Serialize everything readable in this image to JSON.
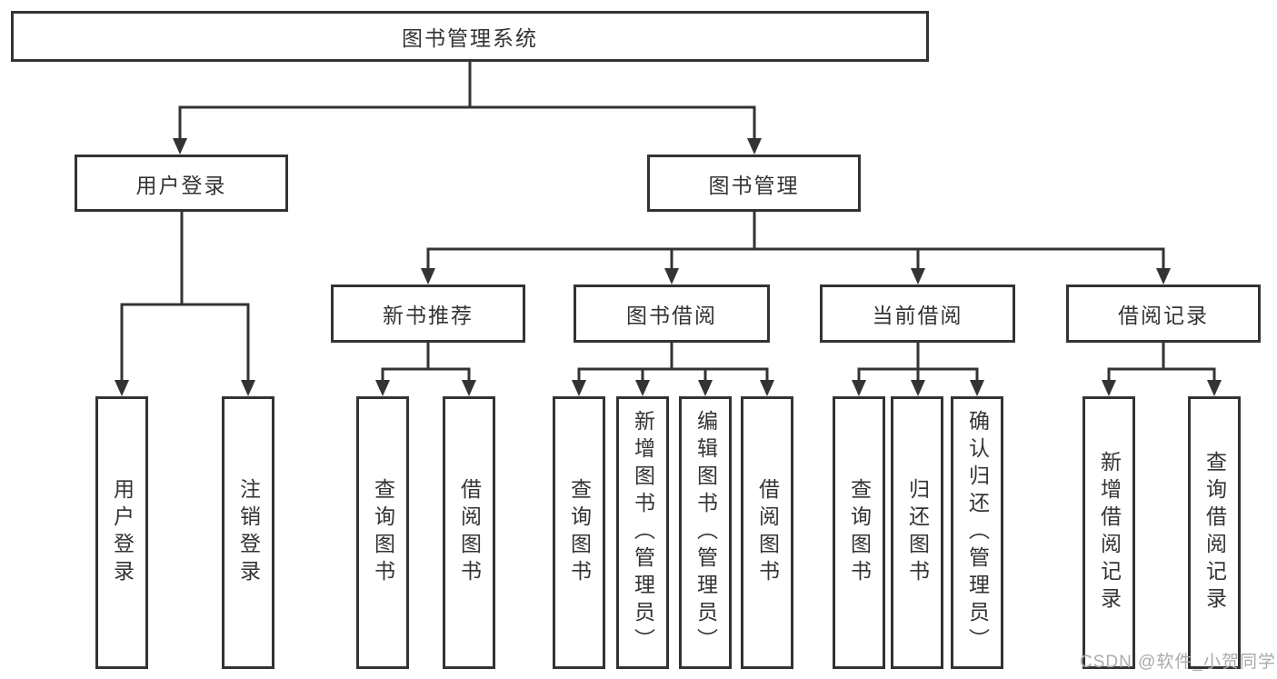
{
  "diagram": {
    "title_hint": "功能结构图",
    "root": {
      "label": "图书管理系统"
    },
    "level1": [
      {
        "label": "用户登录"
      },
      {
        "label": "图书管理"
      }
    ],
    "level2": [
      {
        "label": "新书推荐"
      },
      {
        "label": "图书借阅"
      },
      {
        "label": "当前借阅"
      },
      {
        "label": "借阅记录"
      }
    ],
    "leaves": {
      "user_login": [
        "用户登录",
        "注销登录"
      ],
      "new_book_recommend": [
        "查询图书",
        "借阅图书"
      ],
      "book_borrow": [
        "查询图书",
        "新增图书（管理员）",
        "编辑图书（管理员）",
        "借阅图书"
      ],
      "current_borrow": [
        "查询图书",
        "归还图书",
        "确认归还（管理员）"
      ],
      "borrow_record": [
        "新增借阅记录",
        "查询借阅记录"
      ]
    }
  },
  "watermark": "CSDN @软件_小贺同学",
  "colors": {
    "line": "#333333",
    "text": "#333333",
    "background": "#ffffff",
    "watermark": "#ababab"
  }
}
